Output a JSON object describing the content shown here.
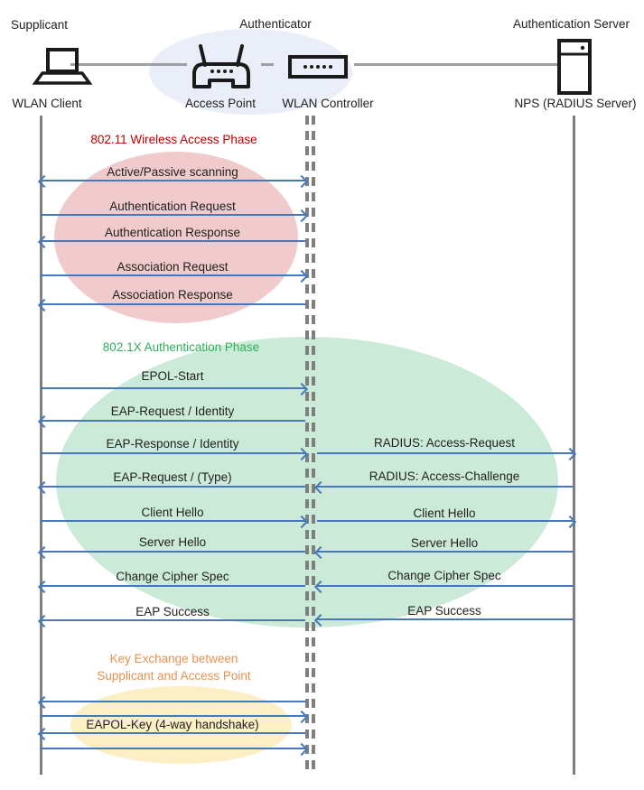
{
  "actors": {
    "supplicant": {
      "role": "Supplicant",
      "device": "WLAN Client"
    },
    "authenticator": {
      "role": "Authenticator",
      "access_point": "Access Point",
      "controller": "WLAN Controller"
    },
    "server": {
      "role": "Authentication Server",
      "device": "NPS (RADIUS Server)"
    }
  },
  "phases": [
    {
      "name": "wireless_access",
      "title": "802.11 Wireless Access Phase",
      "messages": [
        {
          "label": "Active/Passive scanning",
          "direction": "both",
          "segment": "supplicant-authenticator"
        },
        {
          "label": "Authentication Request",
          "direction": "right",
          "segment": "supplicant-authenticator"
        },
        {
          "label": "Authentication Response",
          "direction": "left",
          "segment": "supplicant-authenticator"
        },
        {
          "label": "Association Request",
          "direction": "right",
          "segment": "supplicant-authenticator"
        },
        {
          "label": "Association Response",
          "direction": "left",
          "segment": "supplicant-authenticator"
        }
      ]
    },
    {
      "name": "dot1x_authentication",
      "title": "802.1X Authentication Phase",
      "messages": [
        {
          "left": {
            "label": "EPOL-Start",
            "direction": "right"
          }
        },
        {
          "left": {
            "label": "EAP-Request / Identity",
            "direction": "left"
          }
        },
        {
          "left": {
            "label": "EAP-Response / Identity",
            "direction": "right"
          },
          "right": {
            "label": "RADIUS: Access-Request",
            "direction": "right"
          }
        },
        {
          "left": {
            "label": "EAP-Request / (Type)",
            "direction": "left"
          },
          "right": {
            "label": "RADIUS: Access-Challenge",
            "direction": "left"
          }
        },
        {
          "left": {
            "label": "Client Hello",
            "direction": "right"
          },
          "right": {
            "label": "Client Hello",
            "direction": "right"
          }
        },
        {
          "left": {
            "label": "Server Hello",
            "direction": "left"
          },
          "right": {
            "label": "Server Hello",
            "direction": "left"
          }
        },
        {
          "left": {
            "label": "Change Cipher Spec",
            "direction": "left"
          },
          "right": {
            "label": "Change Cipher Spec",
            "direction": "left"
          }
        },
        {
          "left": {
            "label": "EAP Success",
            "direction": "left"
          },
          "right": {
            "label": "EAP Success",
            "direction": "left"
          }
        }
      ]
    },
    {
      "name": "key_exchange",
      "title_line1": "Key Exchange between",
      "title_line2": "Supplicant and Access Point",
      "handshake_label": "EAPOL-Key (4-way handshake)",
      "messages": [
        {
          "direction": "left",
          "segment": "supplicant-authenticator"
        },
        {
          "direction": "right",
          "segment": "supplicant-authenticator"
        },
        {
          "direction": "left",
          "segment": "supplicant-authenticator"
        },
        {
          "direction": "right",
          "segment": "supplicant-authenticator"
        }
      ]
    }
  ],
  "colors": {
    "arrow": "#4878B8",
    "lifeline": "#7F7F7F",
    "connector": "#A0A0A0",
    "phase1_title": "#C00000",
    "phase1_fill": "#F1CBCB",
    "phase2_title": "#2EAF5B",
    "phase2_fill": "#CBEBD8",
    "phase3_title": "#E8924F",
    "phase3_fill": "#FCEEC5",
    "authenticator_fill": "#EAEEF8",
    "icon": "#1A1A1A",
    "text": "#1F1F1F"
  }
}
